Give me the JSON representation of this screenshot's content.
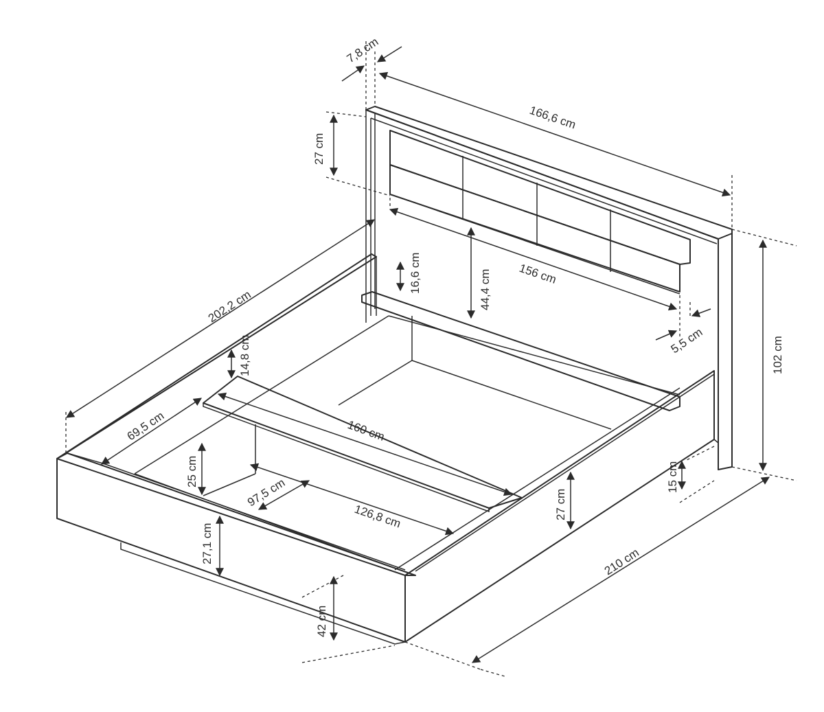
{
  "diagram": {
    "dimensions": {
      "d_7_8": "7,8 cm",
      "d_166_6": "166,6 cm",
      "d_27_head": "27 cm",
      "d_202_2": "202,2 cm",
      "d_156": "156 cm",
      "d_16_6": "16,6 cm",
      "d_44_4": "44,4 cm",
      "d_5_5": "5,5 cm",
      "d_102": "102 cm",
      "d_14_8": "14,8 cm",
      "d_69_5": "69,5 cm",
      "d_160": "160 cm",
      "d_25": "25 cm",
      "d_97_5": "97,5 cm",
      "d_126_8": "126,8 cm",
      "d_27_1": "27,1 cm",
      "d_42": "42 cm",
      "d_27_side": "27 cm",
      "d_15": "15 cm",
      "d_210": "210 cm"
    }
  }
}
